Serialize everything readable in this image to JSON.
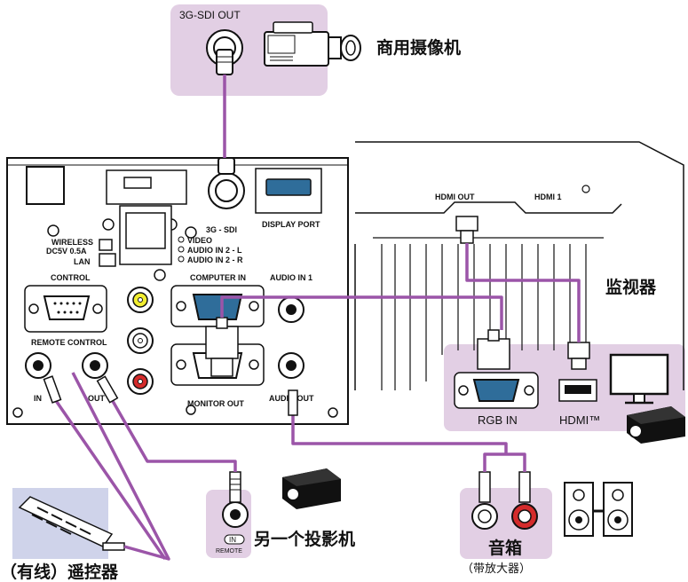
{
  "colors": {
    "panel_bg": "#e2cfe4",
    "cable": "#9b55a8",
    "remote_bg": "#cfd3ea",
    "connector_blue": "#2f6d9a"
  },
  "top_device": {
    "port_label": "3G-SDI OUT",
    "name": "商用摄像机"
  },
  "projector_panel": {
    "wireless_label": "WIRELESS",
    "wireless_power": "DC5V 0.5A",
    "lan_label": "LAN",
    "sdi_label": "3G - SDI",
    "display_port_label": "DISPLAY PORT",
    "video_label": "VIDEO",
    "audio_in2l_label": "AUDIO IN 2 - L",
    "audio_in2r_label": "AUDIO IN 2 - R",
    "control_label": "CONTROL",
    "computer_in_label": "COMPUTER IN",
    "audio_in1_label": "AUDIO IN 1",
    "remote_control_label": "REMOTE CONTROL",
    "in_label": "IN",
    "out_label": "OUT",
    "monitor_out_label": "MONITOR OUT",
    "audio_out_label": "AUDIO OUT"
  },
  "monitor_device": {
    "hdmi_out_label": "HDMI OUT",
    "hdmi1_label": "HDMI 1",
    "name": "监视器",
    "rgb_in_label": "RGB IN",
    "hdmi_label": "HDMI™"
  },
  "remote_projector": {
    "in_label": "IN",
    "remote_label": "REMOTE",
    "name": "另一个投影机"
  },
  "speakers": {
    "name": "音箱",
    "subtitle": "（带放大器）"
  },
  "remote": {
    "name": "（有线）遥控器"
  }
}
